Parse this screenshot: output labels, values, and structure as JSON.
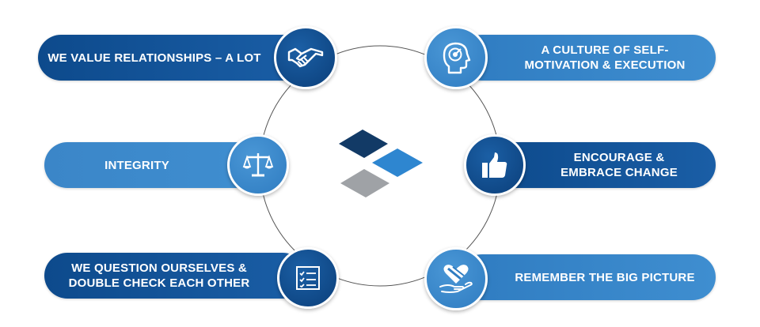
{
  "colors": {
    "dark_blue": "#0d4a8c",
    "mid_blue": "#2f7cc1",
    "light_blue": "#3f8ed0",
    "badge_dark": "#0b3f7a",
    "logo_navy": "#123a66",
    "logo_blue": "#2e86d0",
    "logo_gray": "#9fa2a6",
    "ring": "#555555"
  },
  "values": [
    {
      "label": "WE VALUE RELATIONSHIPS – A LOT",
      "icon": "handshake-icon"
    },
    {
      "label": "INTEGRITY",
      "icon": "scales-icon"
    },
    {
      "label": "WE QUESTION OURSELVES &\nDOUBLE CHECK EACH OTHER",
      "icon": "checklist-icon"
    },
    {
      "label": "A CULTURE OF SELF-\nMOTIVATION & EXECUTION",
      "icon": "head-target-icon"
    },
    {
      "label": "ENCOURAGE &\nEMBRACE CHANGE",
      "icon": "thumbs-up-icon"
    },
    {
      "label": "REMEMBER THE BIG PICTURE",
      "icon": "heart-hand-icon"
    }
  ]
}
